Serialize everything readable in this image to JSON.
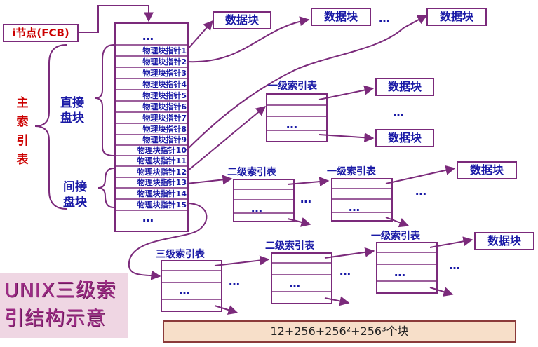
{
  "fcb_label": "i节点(FCB)",
  "main_title": [
    "主",
    "索",
    "引",
    "表"
  ],
  "direct_label": "直接盘块",
  "indirect_label": "间接盘块",
  "pointer_labels": [
    "物理块指针1",
    "物理块指针2",
    "物理块指针3",
    "物理块指针4",
    "物理块指针5",
    "物理块指针6",
    "物理块指针7",
    "物理块指针8",
    "物理块指针9",
    "物理块指针10",
    "物理块指针11",
    "物理块指针12",
    "物理块指针13",
    "物理块指针14",
    "物理块指针15"
  ],
  "ellipsis": "…",
  "data_block_label": "数据块",
  "level1_label": "一级索引表",
  "level2_label": "二级索引表",
  "level3_label": "三级索引表",
  "caption_lines": [
    "UNIX三级索",
    "引结构示意"
  ],
  "formula": "12+256+256²+256³个块",
  "colors": {
    "frame": "#7b2a7b",
    "text_blue": "#1a1aa6",
    "accent_red": "#cc0000",
    "caption": "#9c2b84",
    "formula_bg": "#f7dfc9"
  }
}
